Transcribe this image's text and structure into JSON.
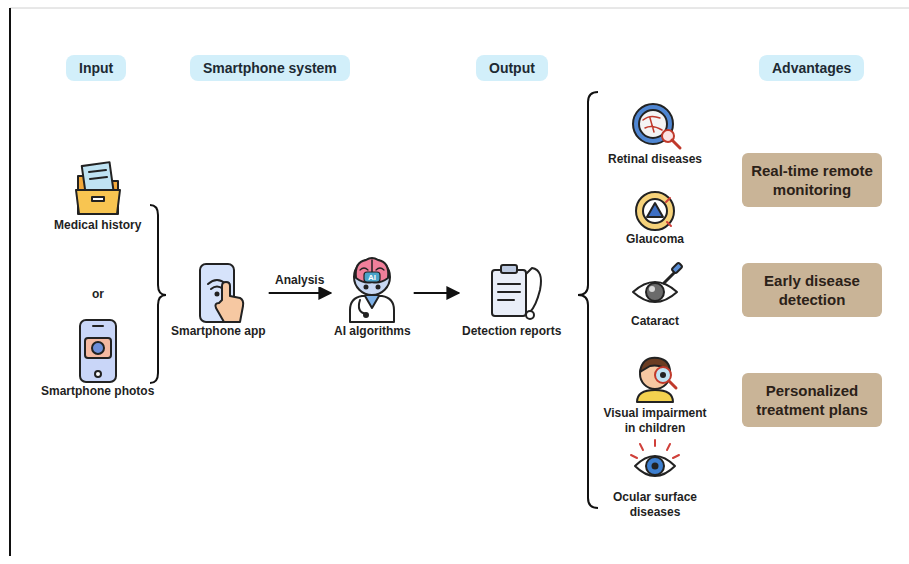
{
  "diagram": {
    "nodes": [
      {
        "text": [
          "Input"
        ]
      },
      {
        "text": [
          "Smartphone system"
        ]
      },
      {
        "text": [
          "Output"
        ]
      },
      {
        "text": [
          "Advantages"
        ]
      },
      {
        "text": [
          "Medical history"
        ]
      },
      {
        "text": [
          "Smartphone photos"
        ]
      },
      {
        "text": [
          "Smartphone app"
        ]
      },
      {
        "text": [
          "AI algorithms"
        ]
      },
      {
        "text": [
          "Detection reports"
        ]
      },
      {
        "text": [
          "Retinal diseases"
        ]
      },
      {
        "text": [
          "Glaucoma"
        ]
      },
      {
        "text": [
          "Cataract"
        ]
      },
      {
        "text": [
          "Visual impairment in children"
        ]
      },
      {
        "text": [
          "Ocular surface diseases"
        ]
      },
      {
        "text": [
          "Real-time remote monitoring"
        ]
      },
      {
        "text": [
          "Early disease detection"
        ]
      },
      {
        "text": [
          "Personalized treatment plans"
        ]
      }
    ],
    "edges": [
      {
        "from": 6,
        "to": 7,
        "label": "Analysis",
        "arrow": "to"
      },
      {
        "from": 7,
        "to": 8,
        "arrow": "to"
      }
    ],
    "labels": [
      "or",
      "AI"
    ]
  }
}
